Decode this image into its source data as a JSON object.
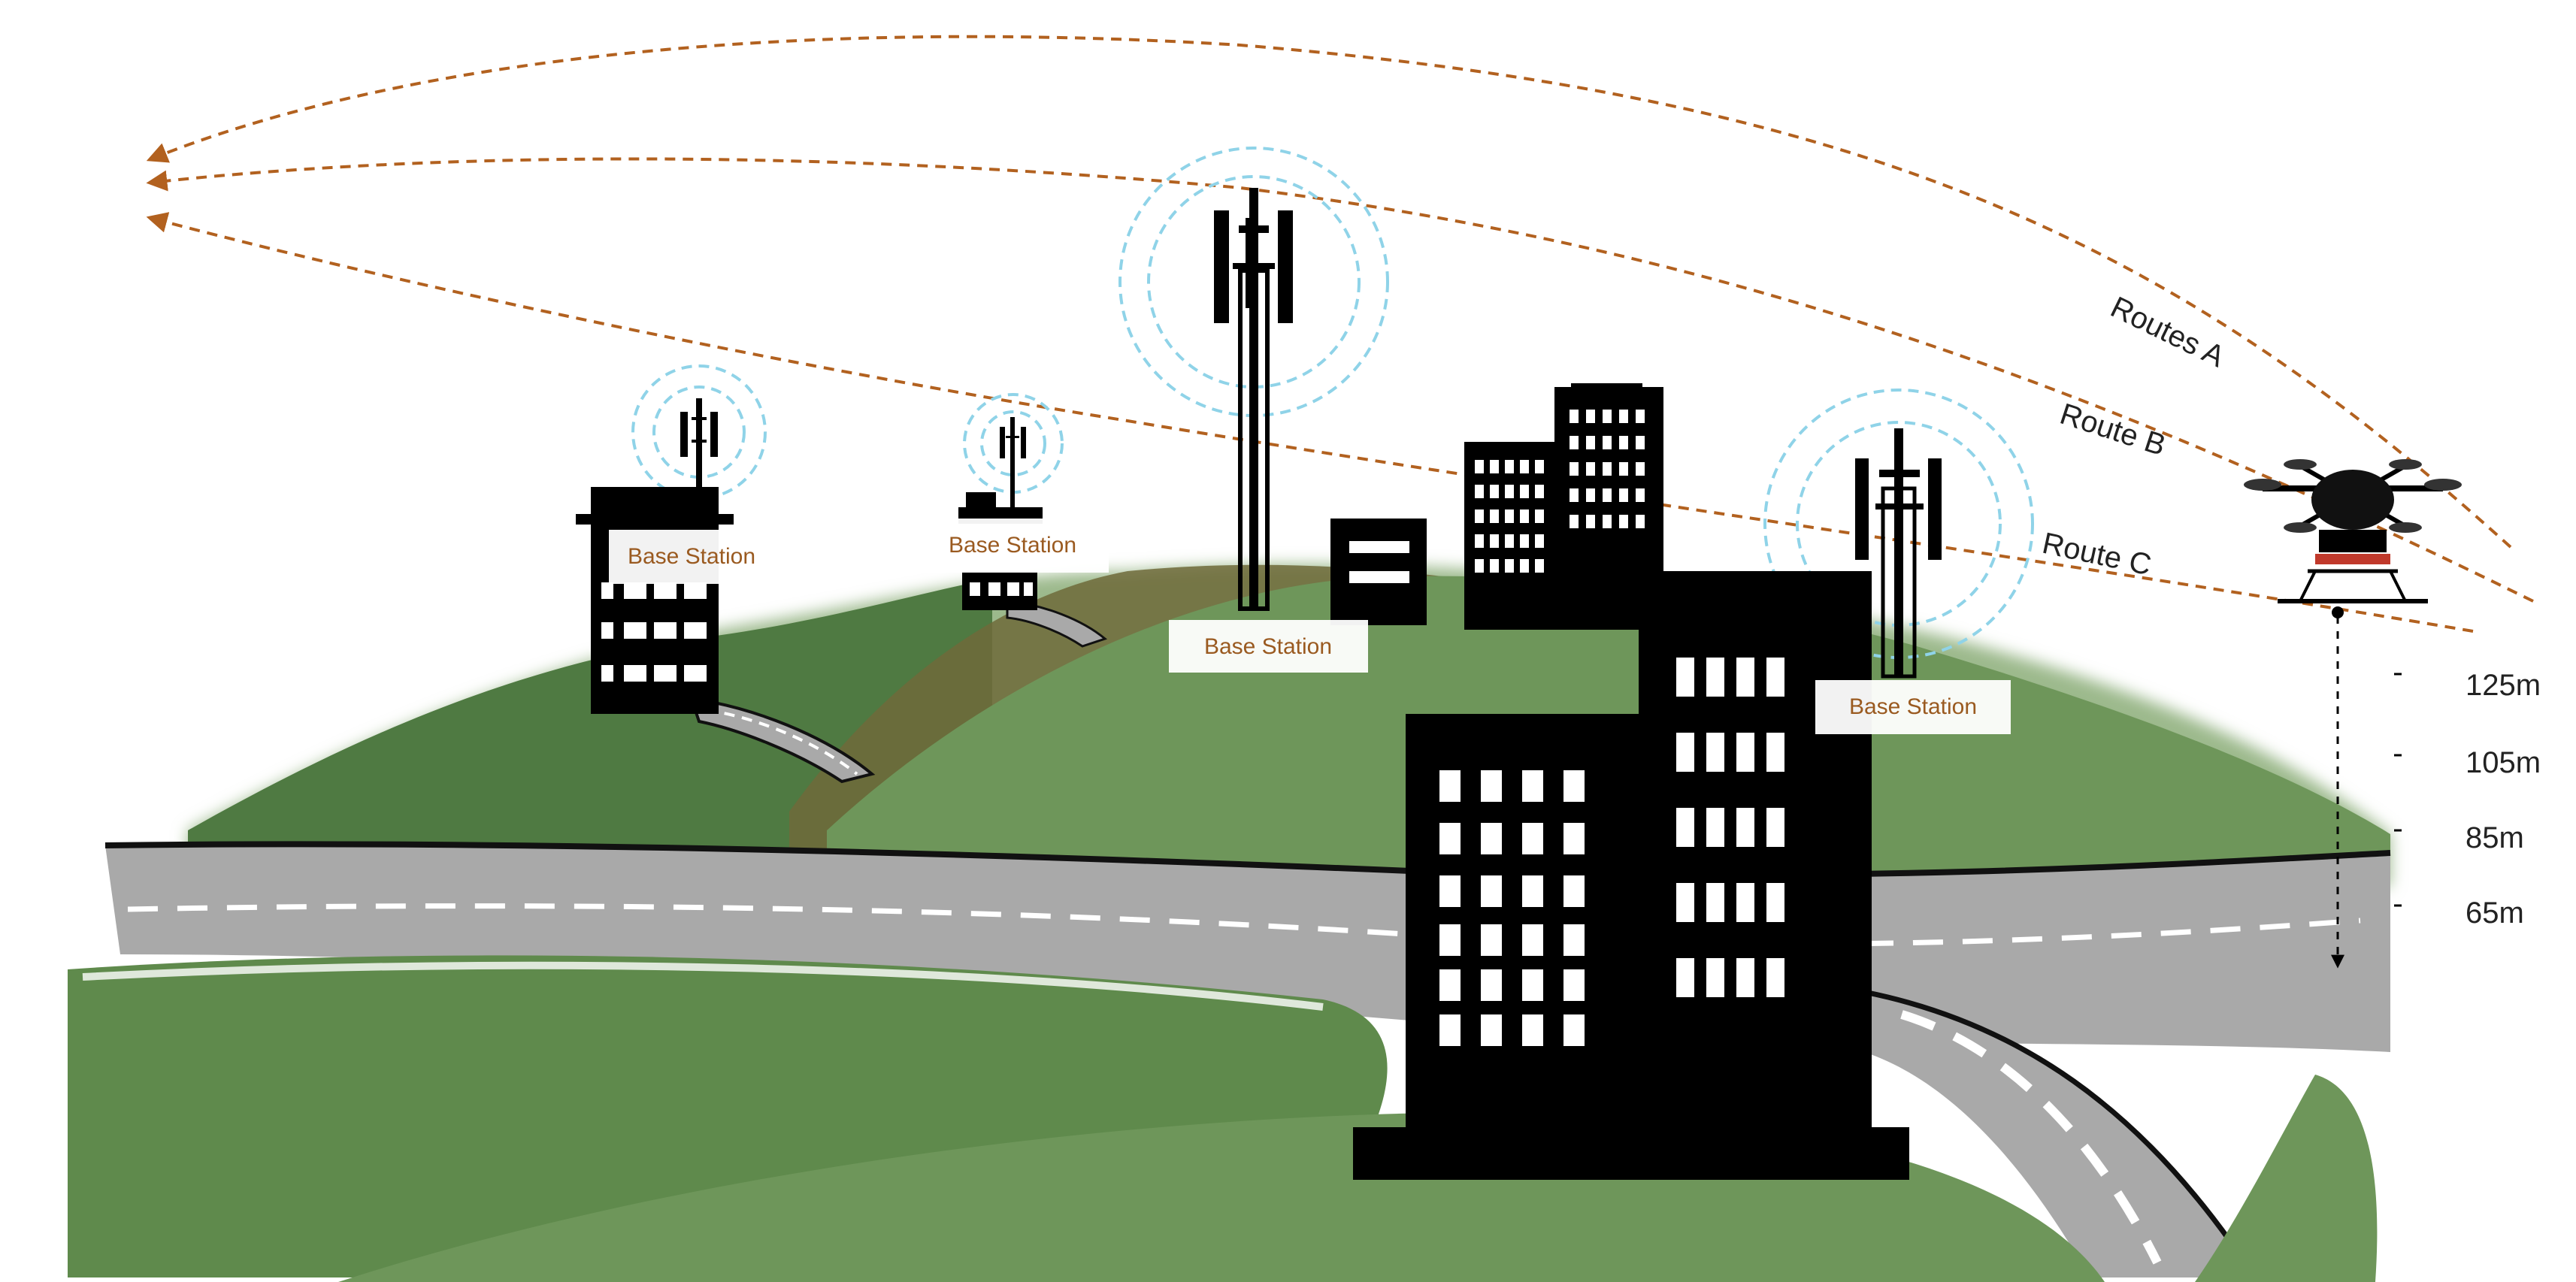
{
  "colors": {
    "sky": "#ffffff",
    "hill_dark": "#5f8a4c",
    "hill_light": "#73995a",
    "hill_brown": "#6f6a3a",
    "road": "#a9a9a9",
    "building": "#000000",
    "route": "#b2611f",
    "signal": "#8fd3e8",
    "label_text": "#9a5a20"
  },
  "base_stations": [
    {
      "label": "Base Station"
    },
    {
      "label": "Base Station"
    },
    {
      "label": "Base Station"
    },
    {
      "label": "Base Station"
    }
  ],
  "routes": [
    {
      "label": "Routes A"
    },
    {
      "label": "Route B"
    },
    {
      "label": "Route C"
    }
  ],
  "altitudes": [
    "125m",
    "105m",
    "85m",
    "65m"
  ],
  "icons": [
    "cell-tower-icon",
    "drone-icon",
    "building-icon"
  ]
}
